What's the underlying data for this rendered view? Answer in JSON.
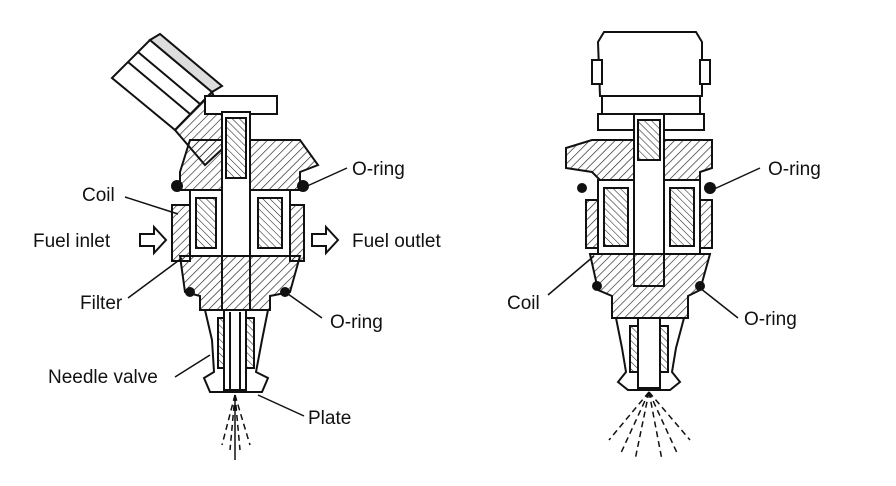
{
  "left_injector": {
    "labels": {
      "o_ring_top": "O-ring",
      "coil": "Coil",
      "fuel_inlet": "Fuel inlet",
      "fuel_outlet": "Fuel outlet",
      "filter": "Filter",
      "o_ring_bottom": "O-ring",
      "needle_valve": "Needle valve",
      "plate": "Plate"
    }
  },
  "right_injector": {
    "labels": {
      "o_ring_top": "O-ring",
      "coil": "Coil",
      "o_ring_bottom": "O-ring"
    }
  }
}
